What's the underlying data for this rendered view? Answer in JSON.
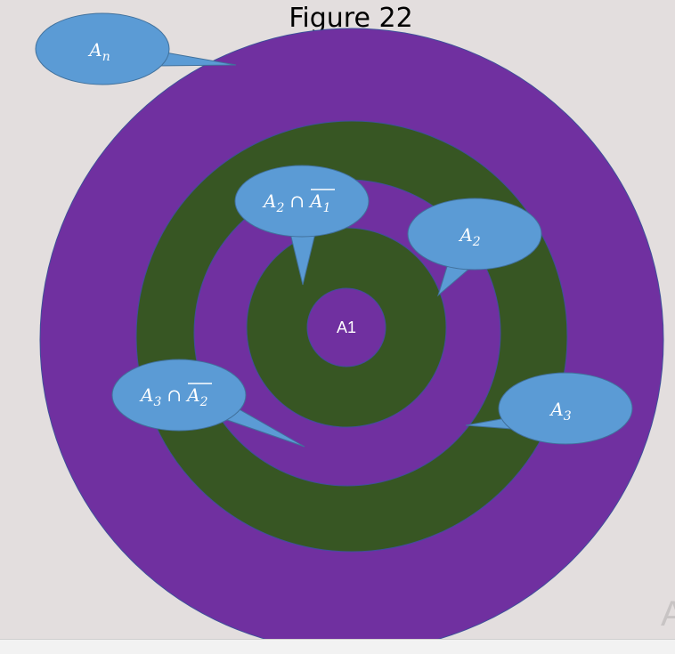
{
  "title": "Figure 22",
  "center_label": "A1",
  "corner_glyph": "A",
  "colors": {
    "background": "#e3dede",
    "purple": "#7030a0",
    "green": "#375623",
    "bubble": "#5b9bd5",
    "text": "#ffffff"
  },
  "callouts": {
    "an": {
      "base": "A",
      "sub": "n"
    },
    "a2": {
      "base": "A",
      "sub": "2"
    },
    "a3": {
      "base": "A",
      "sub": "3"
    },
    "a2_not_a1": {
      "base": "A",
      "sub": "2",
      "op": "∩",
      "base2": "A",
      "sub2": "1"
    },
    "a3_not_a2": {
      "base": "A",
      "sub": "3",
      "op": "∩",
      "base2": "A",
      "sub2": "2"
    }
  }
}
